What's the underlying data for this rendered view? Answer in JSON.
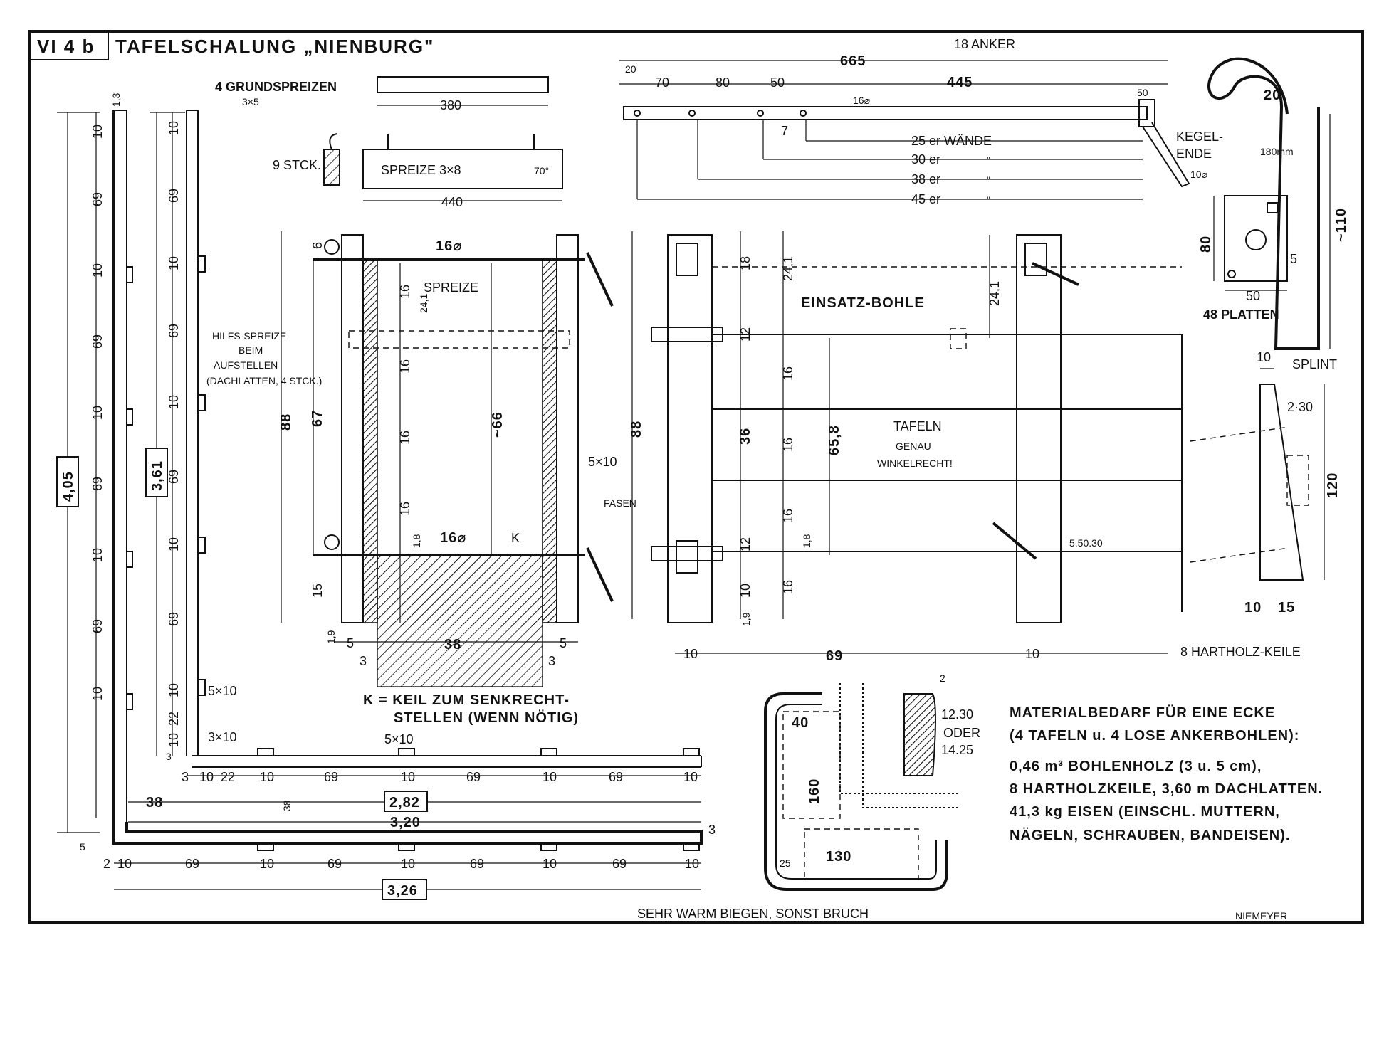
{
  "title": {
    "sheet_no": "VI 4 b",
    "name": "TAFELSCHALUNG „NIENBURG\""
  },
  "colors": {
    "ink": "#111111",
    "paper": "#ffffff"
  },
  "top_labels": {
    "grundspreizen": "4 GRUNDSPREIZEN",
    "grundspreizen_size": "3×5",
    "grundspreizen_len": "380",
    "stck": "9 STCK.",
    "spreize": "SPREIZE 3×8",
    "spreize_angle": "70°",
    "spreize_len": "440"
  },
  "anchor": {
    "title": "18 ANKER",
    "total": "665",
    "start": "20",
    "d70": "70",
    "d80": "80",
    "d50": "50",
    "d445": "445",
    "d50r": "50",
    "dia": "16⌀",
    "gap": "7",
    "walls": [
      "25 er WÄNDE",
      "30 er",
      "38 er",
      "45 er"
    ],
    "ditto": "\"",
    "kegel": "KEGEL-",
    "ende": "ENDE",
    "kegel_dia": "10⌀"
  },
  "splint": {
    "r": "20",
    "mm": "180mm",
    "len": "~110",
    "label": "SPLINT"
  },
  "plate": {
    "h": "80",
    "w": "50",
    "t": "5",
    "label": "48 PLATTEN"
  },
  "wedge": {
    "w": "10",
    "top": "2·30",
    "h": "120",
    "b1": "10",
    "b2": "15",
    "label": "8 HARTHOLZ-KEILE"
  },
  "left_panel": {
    "total": "4,05",
    "segs": [
      "10",
      "69",
      "10",
      "69",
      "10",
      "69",
      "10",
      "69",
      "10"
    ],
    "top": "1,3"
  },
  "second_panel": {
    "total": "3,61",
    "segs": [
      "10",
      "69",
      "10",
      "69",
      "10",
      "69",
      "10",
      "69",
      "10",
      "22",
      "10"
    ],
    "dim_5x10": "5×10",
    "dim_3x10": "3×10",
    "dim_3": "3"
  },
  "front": {
    "dia_top": "16⌀",
    "spreize": "SPREIZE",
    "hilfs": [
      "HILFS-SPREIZE",
      "BEIM",
      "AUFSTELLEN",
      "(DACHLATTEN, 4 STCK.)"
    ],
    "h88": "88",
    "h67": "67",
    "h6": "6",
    "h15": "15",
    "h16a": "16",
    "h16b": "16",
    "h16c": "16",
    "h16d": "16",
    "h241": "24,1",
    "h66": "~66",
    "h18": "1,8",
    "side": "5×10",
    "dia_bot": "16⌀",
    "k": "K",
    "w5l": "5",
    "w38": "38",
    "w5r": "5",
    "w3l": "3",
    "w3r": "3",
    "w19": "1,9",
    "keil1": "K = KEIL ZUM SENKRECHT-",
    "keil2": "STELLEN (WENN NÖTIG)"
  },
  "side": {
    "h88": "88",
    "h18": "18",
    "h12": "12",
    "h36": "36",
    "h12b": "12",
    "h10": "10",
    "h19": "1,9",
    "h241a": "24,1",
    "h241b": "24,1",
    "h16a": "16",
    "h16b": "16",
    "h16c": "16",
    "h16d": "16",
    "h658": "65,8",
    "h18b": "1,8",
    "einsatz": "EINSATZ-BOHLE",
    "tafeln": [
      "TAFELN",
      "GENAU",
      "WINKELRECHT!"
    ],
    "fasen": "FASEN",
    "d10a": "10",
    "d69": "69",
    "d10b": "10",
    "note": "5.50.30"
  },
  "plan": {
    "d5x10": "5×10",
    "total282": "2,82",
    "total320": "3,20",
    "total326": "3,26",
    "row1": [
      "3",
      "10",
      "22",
      "10",
      "69",
      "10",
      "69",
      "10",
      "69",
      "10"
    ],
    "row2": [
      "2",
      "10",
      "69",
      "10",
      "69",
      "10",
      "69",
      "10",
      "69",
      "10"
    ],
    "d38": "38",
    "d38v": "38",
    "d3": "3",
    "d5": "5"
  },
  "bend": {
    "d40": "40",
    "d160": "160",
    "d130": "130",
    "d25": "25",
    "d1230": "12.30",
    "oder": "ODER",
    "d1425": "14.25",
    "d2": "2",
    "note": "SEHR WARM BIEGEN, SONST BRUCH"
  },
  "material": {
    "lines": [
      "MATERIALBEDARF FÜR EINE ECKE",
      "(4 TAFELN u. 4 LOSE ANKERBOHLEN):",
      "0,46 m³ BOHLENHOLZ (3 u. 5 cm),",
      "8 HARTHOLZKEILE, 3,60 m DACHLATTEN.",
      "41,3 kg EISEN (EINSCHL. MUTTERN,",
      "NÄGELN, SCHRAUBEN, BANDEISEN)."
    ]
  },
  "signature": "NIEMEYER"
}
